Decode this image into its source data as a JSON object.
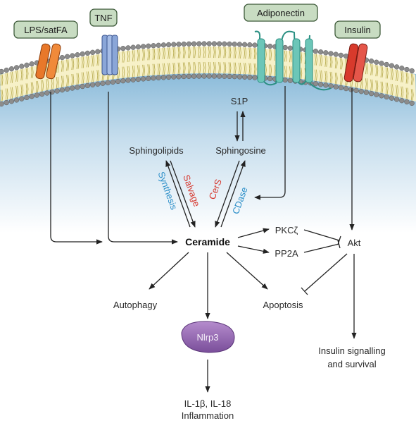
{
  "receptors": {
    "lps": "LPS/satFA",
    "tnf": "TNF",
    "adiponectin": "Adiponectin",
    "insulin": "Insulin"
  },
  "nodes": {
    "s1p": "S1P",
    "sphingosine": "Sphingosine",
    "sphingolipids": "Sphingolipids",
    "ceramide": "Ceramide",
    "pkcz": "PKCζ",
    "pp2a": "PP2A",
    "akt": "Akt",
    "autophagy": "Autophagy",
    "apoptosis": "Apoptosis",
    "nlrp3": "Nlrp3",
    "inflammation_line1": "IL-1β, IL-18",
    "inflammation_line2": "Inflammation",
    "insulin_line1": "Insulin signalling",
    "insulin_line2": "and survival"
  },
  "enzymes": {
    "synthesis": "Synthesis",
    "salvage": "Salvage",
    "cers": "CerS",
    "cdase": "CDase"
  },
  "colors": {
    "receptor_box_fill": "#c8dcc2",
    "receptor_box_stroke": "#3e5a3a",
    "lps_receptor": "#e8782a",
    "tnf_receptor": "#8aa6d8",
    "adiponectin_receptor": "#6cc6b8",
    "insulin_receptor": "#d83a2c",
    "membrane_head": "#8c8c8c",
    "cytoplasm_top": "#7fb4d6",
    "red_label": "#d6352b",
    "blue_label": "#2a8ec8",
    "nlrp3": "#9a6fb6"
  }
}
